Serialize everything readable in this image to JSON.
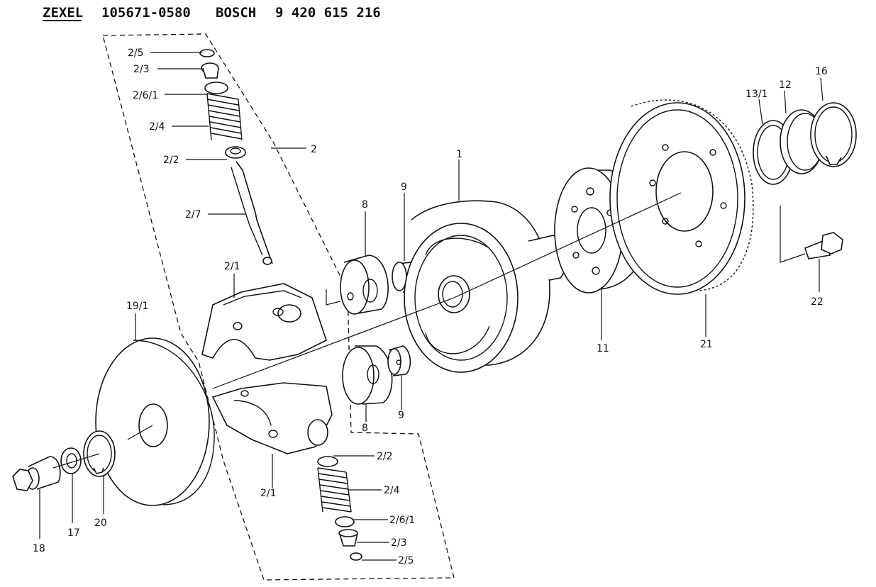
{
  "header": {
    "brand1": "ZEXEL",
    "part1": "105671-0580",
    "brand2": "BOSCH",
    "part2": "9 420 615 216"
  },
  "labels": {
    "p2_5_top": "2/5",
    "p2_3_top": "2/3",
    "p2_6_1_top": "2/6/1",
    "p2_4_top": "2/4",
    "p2_2_top": "2/2",
    "p2": "2",
    "p2_7": "2/7",
    "p2_1_top": "2/1",
    "p19_1": "19/1",
    "p8_top": "8",
    "p9_top": "9",
    "p1": "1",
    "p11": "11",
    "p21": "21",
    "p13_1": "13/1",
    "p12": "12",
    "p16": "16",
    "p22": "22",
    "p9_bottom": "9",
    "p8_bottom": "8",
    "p2_1_bottom": "2/1",
    "p2_2_bottom": "2/2",
    "p2_4_bottom": "2/4",
    "p2_6_1_bottom": "2/6/1",
    "p2_3_bottom": "2/3",
    "p2_5_bottom": "2/5",
    "p18": "18",
    "p17": "17",
    "p20": "20"
  }
}
